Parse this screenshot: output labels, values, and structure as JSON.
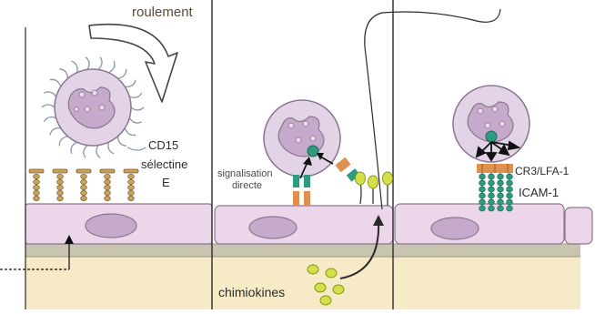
{
  "colors": {
    "background": "#ffffff",
    "tissue": "#f6ebc6",
    "basement": "#c8c4b0",
    "endothelium": "#ecd6ea",
    "cell_border": "#8a7790",
    "nucleus": "#c5aacb",
    "leukocyte": "#e3d3e6",
    "selectin": "#c9a35e",
    "chemokine": "#d4e04a",
    "receptor_teal": "#2e9a7f",
    "receptor_orange": "#e0904e",
    "cd15_whisker": "#8a96a8"
  },
  "panel1": {
    "rolling_label": "roulement",
    "cd15_label": "CD15",
    "selectin_label_1": "sélectine",
    "selectin_label_2": "E",
    "icons": {
      "rolling_arrow": "curved-arrow-icon",
      "leukocyte": "leukocyte-cell-icon",
      "selectin": "selectin-receptor-icon"
    }
  },
  "panel2": {
    "signal_label_1": "signalisation",
    "signal_label_2": "directe",
    "chemokine_label": "chimiokines",
    "icons": {
      "leukocyte": "leukocyte-cell-icon",
      "chemokine": "chemokine-particle-icon",
      "receptor": "receptor-icon"
    }
  },
  "panel3": {
    "integrin_label": "CR3/LFA-1",
    "icam_label": "ICAM-1",
    "icons": {
      "leukocyte": "leukocyte-cell-icon",
      "integrin": "integrin-icon",
      "icam": "icam-icon"
    }
  }
}
